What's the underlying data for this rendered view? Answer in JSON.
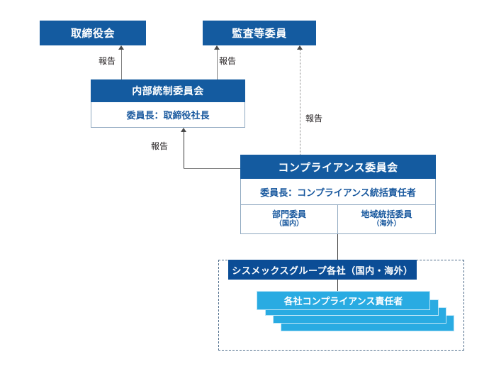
{
  "diagram": {
    "title": "Compliance Governance Structure",
    "colors": {
      "header_blue": "#145BA0",
      "header_navy": "#0B4D96",
      "cell_text_blue": "#18589E",
      "cell_border": "#8FA8C0",
      "card_cyan": "#29ABE2",
      "connector_grey": "#808080",
      "dashed_border": "#4D6B8A"
    },
    "nodes": {
      "board_of_directors": "取締役会",
      "audit_committee": "監査等委員",
      "internal_control_committee": {
        "header": "内部統制委員会",
        "chair": "委員長：取締役社長"
      },
      "compliance_committee": {
        "header": "コンプライアンス委員会",
        "chair": "委員長：コンプライアンス統括責任者",
        "members_left_main": "部門委員",
        "members_left_paren": "（国内）",
        "members_right_main": "地域統括委員",
        "members_right_paren": "（海外）"
      },
      "group_companies": {
        "header": "シスメックスグループ各社（国内・海外）",
        "card_label": "各社コンプライアンス責任者"
      }
    },
    "connectors": {
      "icc_to_board": "報告",
      "icc_to_audit": "報告",
      "cc_to_audit": "報告",
      "cc_to_icc": "報告"
    }
  }
}
